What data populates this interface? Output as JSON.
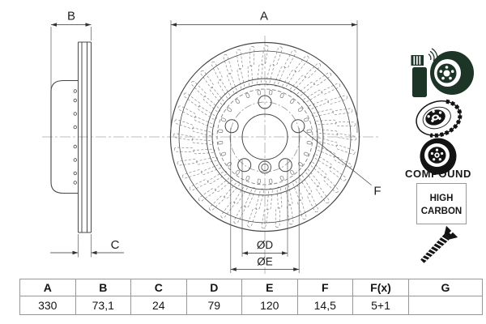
{
  "drawing": {
    "labels": {
      "a": "A",
      "b": "B",
      "c": "C",
      "d": "ØD",
      "e": "ØE",
      "f": "F"
    }
  },
  "badges": {
    "compound": "COMPOUND",
    "high_carbon_line1": "HIGH",
    "high_carbon_line2": "CARBON"
  },
  "colors": {
    "accent_green": "#1c3527",
    "icon_black": "#131313",
    "line": "#474747"
  },
  "table": {
    "headers": [
      "A",
      "B",
      "C",
      "D",
      "E",
      "F",
      "F(x)",
      "G"
    ],
    "values": [
      "330",
      "73,1",
      "24",
      "79",
      "120",
      "14,5",
      "5+1",
      ""
    ]
  }
}
